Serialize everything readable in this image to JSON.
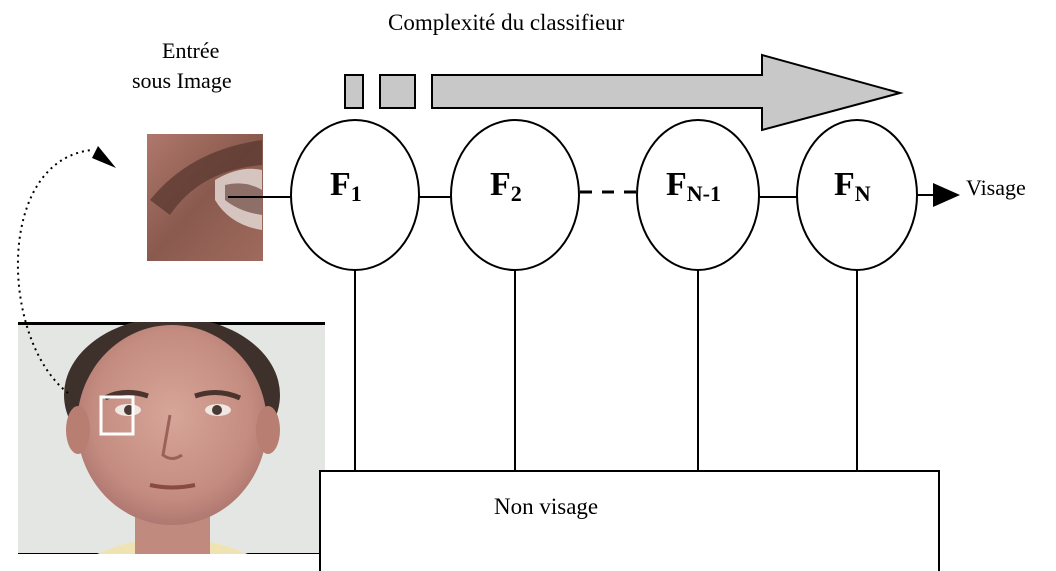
{
  "title": "Complexité du classifieur",
  "input_label_line1": "Entrée",
  "input_label_line2": "sous Image",
  "output_positive": "Visage",
  "output_negative": "Non visage",
  "stages": [
    {
      "base": "F",
      "sub": "1"
    },
    {
      "base": "F",
      "sub": "2"
    },
    {
      "base": "F",
      "sub": "N-1"
    },
    {
      "base": "F",
      "sub": "N"
    }
  ],
  "colors": {
    "arrow_fill": "#c8c8c8",
    "stroke": "#000000",
    "selection_box": "#ffffff",
    "photo_background": "#e4e6e3",
    "skin": "#c99488",
    "hair": "#3e302a"
  },
  "icons": [
    "complexity-arrow-icon",
    "dotted-curved-arrow-icon",
    "output-arrow-icon"
  ]
}
